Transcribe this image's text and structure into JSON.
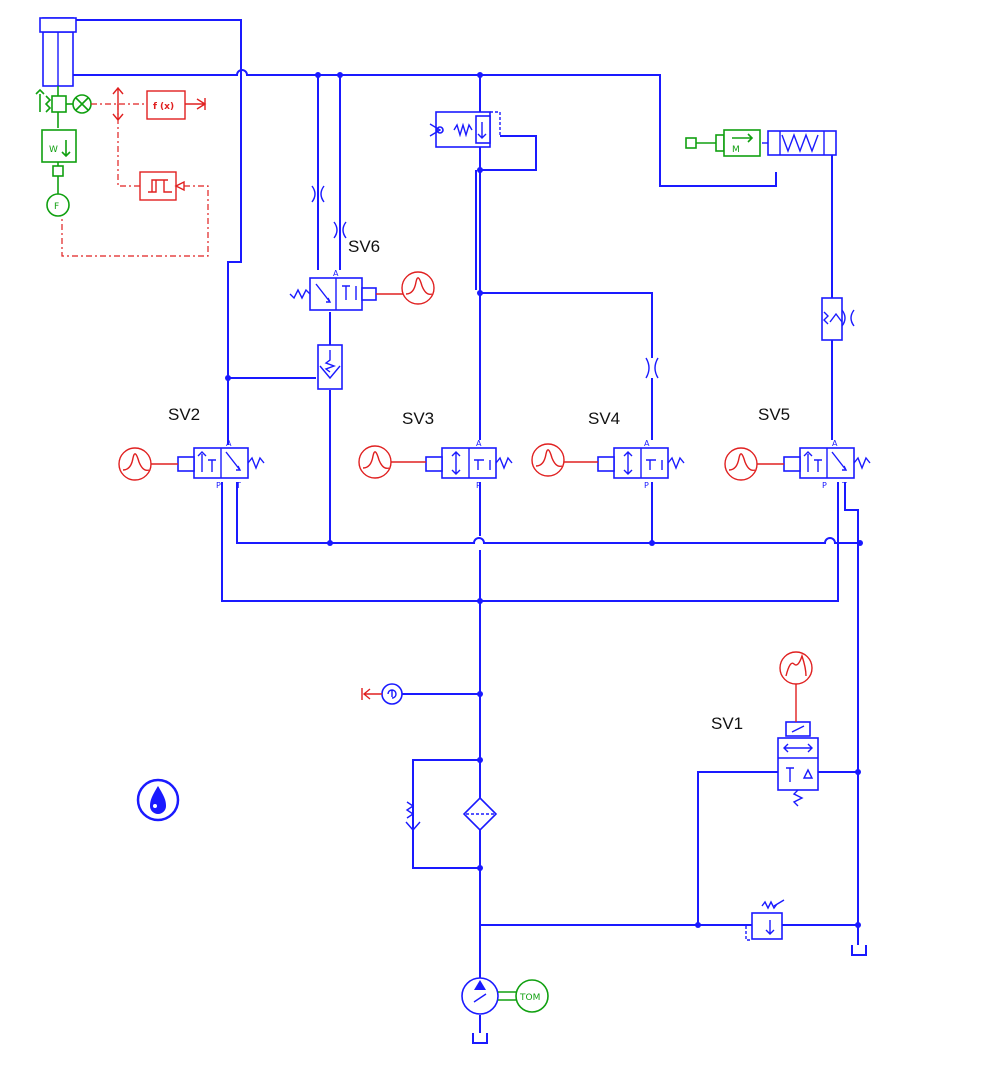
{
  "labels": {
    "sv1": "SV1",
    "sv2": "SV2",
    "sv3": "SV3",
    "sv4": "SV4",
    "sv5": "SV5",
    "sv6": "SV6",
    "tom": "TOM",
    "fx": "f (x)",
    "motor_m": "M",
    "force_f": "F",
    "mass_w": "W"
  },
  "ports": {
    "a": "A",
    "p": "P",
    "t": "T"
  },
  "colors": {
    "hydraulic": "#1a1aff",
    "signal": "#e02020",
    "mechanical": "#10a010"
  }
}
